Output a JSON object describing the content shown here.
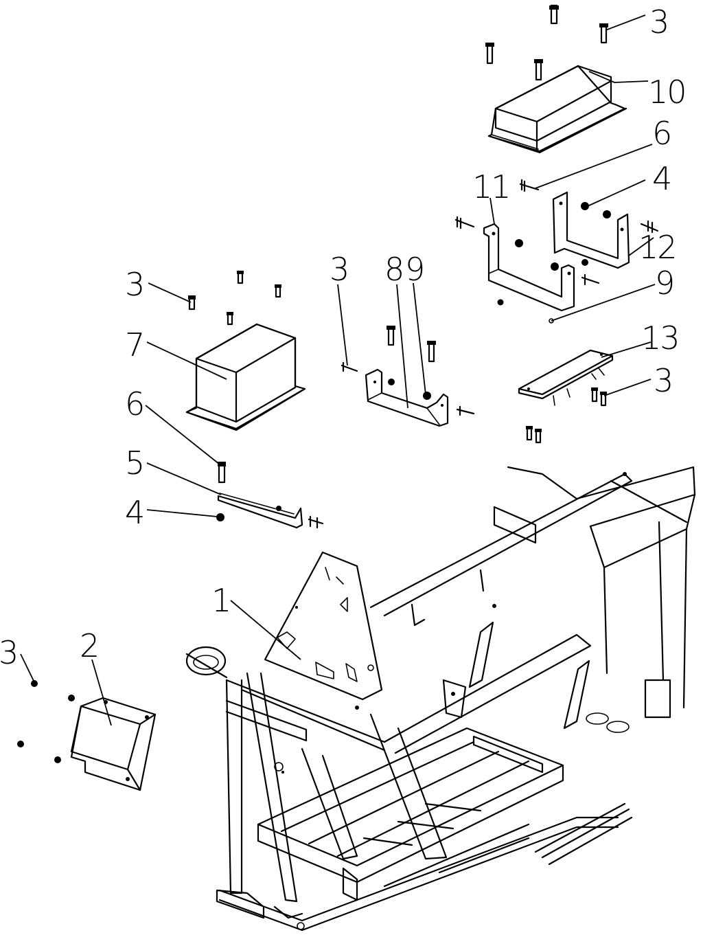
{
  "diagram": {
    "callouts": [
      {
        "id": "c3a",
        "label": "3"
      },
      {
        "id": "c10",
        "label": "10"
      },
      {
        "id": "c6a",
        "label": "6"
      },
      {
        "id": "c11",
        "label": "11"
      },
      {
        "id": "c4a",
        "label": "4"
      },
      {
        "id": "c12",
        "label": "12"
      },
      {
        "id": "c3b",
        "label": "3"
      },
      {
        "id": "c8",
        "label": "8"
      },
      {
        "id": "c9a",
        "label": "9"
      },
      {
        "id": "c9b",
        "label": "9"
      },
      {
        "id": "c3c",
        "label": "3"
      },
      {
        "id": "c13",
        "label": "13"
      },
      {
        "id": "c3d",
        "label": "3"
      },
      {
        "id": "c7",
        "label": "7"
      },
      {
        "id": "c6b",
        "label": "6"
      },
      {
        "id": "c5",
        "label": "5"
      },
      {
        "id": "c4b",
        "label": "4"
      },
      {
        "id": "c1",
        "label": "1"
      },
      {
        "id": "c3e",
        "label": "3"
      },
      {
        "id": "c2",
        "label": "2"
      }
    ]
  }
}
